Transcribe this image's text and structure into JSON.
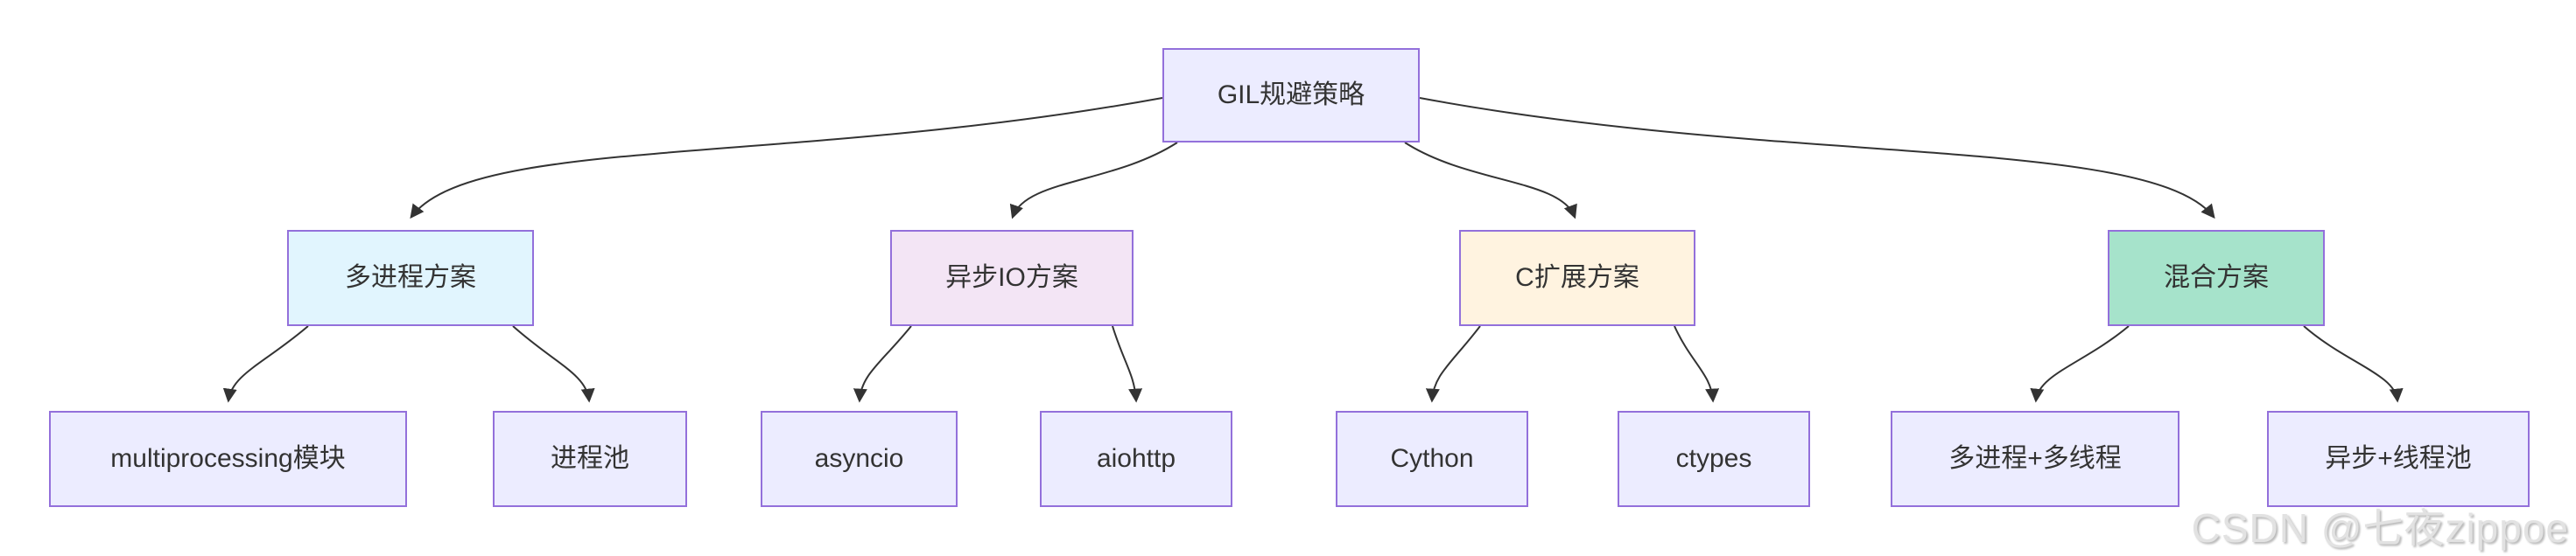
{
  "watermark": {
    "text": "CSDN @七夜zippoe"
  },
  "diagram": {
    "type": "flowchart",
    "direction": "top-down",
    "root": {
      "label": "GIL规避策略",
      "fill": "#ECECFF"
    },
    "categories": [
      {
        "label": "多进程方案",
        "fill": "#E1F5FE"
      },
      {
        "label": "异步IO方案",
        "fill": "#F3E5F5"
      },
      {
        "label": "C扩展方案",
        "fill": "#FFF3E0"
      },
      {
        "label": "混合方案",
        "fill": "#A6E3CB"
      }
    ],
    "leaves": [
      {
        "label": "multiprocessing模块",
        "fill": "#ECECFF"
      },
      {
        "label": "进程池",
        "fill": "#ECECFF"
      },
      {
        "label": "asyncio",
        "fill": "#ECECFF"
      },
      {
        "label": "aiohttp",
        "fill": "#ECECFF"
      },
      {
        "label": "Cython",
        "fill": "#ECECFF"
      },
      {
        "label": "ctypes",
        "fill": "#ECECFF"
      },
      {
        "label": "多进程+多线程",
        "fill": "#ECECFF"
      },
      {
        "label": "异步+线程池",
        "fill": "#ECECFF"
      }
    ],
    "edges": [
      {
        "from": "GIL规避策略",
        "to": "多进程方案"
      },
      {
        "from": "GIL规避策略",
        "to": "异步IO方案"
      },
      {
        "from": "GIL规避策略",
        "to": "C扩展方案"
      },
      {
        "from": "GIL规避策略",
        "to": "混合方案"
      },
      {
        "from": "多进程方案",
        "to": "multiprocessing模块"
      },
      {
        "from": "多进程方案",
        "to": "进程池"
      },
      {
        "from": "异步IO方案",
        "to": "asyncio"
      },
      {
        "from": "异步IO方案",
        "to": "aiohttp"
      },
      {
        "from": "C扩展方案",
        "to": "Cython"
      },
      {
        "from": "C扩展方案",
        "to": "ctypes"
      },
      {
        "from": "混合方案",
        "to": "多进程+多线程"
      },
      {
        "from": "混合方案",
        "to": "异步+线程池"
      }
    ],
    "colors": {
      "node_default_fill": "#ECECFF",
      "node_border": "#9370DB",
      "edge": "#333333",
      "text": "#333333"
    }
  }
}
